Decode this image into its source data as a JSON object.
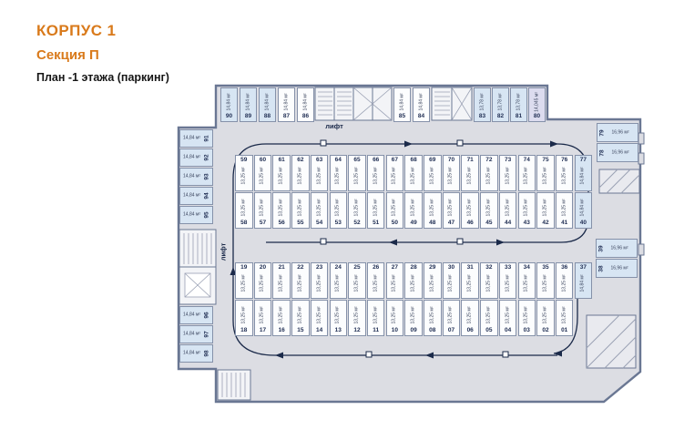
{
  "header": {
    "building": "КОРПУС 1",
    "section": "Секция П",
    "plan_title": "План -1 этажа (паркинг)"
  },
  "labels": {
    "elevator_top": "лифт",
    "elevator_left": "лифт"
  },
  "colors": {
    "accent_orange": "#D97A1B",
    "plan_fill": "#DCDDE3",
    "plan_outline": "#6A7793",
    "spot_border": "#8591A9",
    "spot_blue": "#D7E5F3",
    "spot_white": "#FCFDFE",
    "spot_violet": "#DCDCEF",
    "arrow": "#1B2A4A"
  },
  "spots": {
    "top_row": [
      {
        "num": "90",
        "size": "14,84 м²",
        "fill": "blue"
      },
      {
        "num": "89",
        "size": "14,84 м²",
        "fill": "blue"
      },
      {
        "num": "88",
        "size": "14,84 м²",
        "fill": "blue"
      },
      {
        "num": "87",
        "size": "14,84 м²",
        "fill": "white"
      },
      {
        "num": "86",
        "size": "14,84 м²",
        "fill": "white"
      },
      {
        "num": "85",
        "size": "14,84 м²",
        "fill": "white"
      },
      {
        "num": "84",
        "size": "14,84 м²",
        "fill": "white"
      },
      {
        "num": "83",
        "size": "13,78 м²",
        "fill": "blue"
      },
      {
        "num": "82",
        "size": "13,78 м²",
        "fill": "blue"
      },
      {
        "num": "81",
        "size": "13,78 м²",
        "fill": "blue"
      },
      {
        "num": "80",
        "size": "14,045 м²",
        "fill": "violet"
      }
    ],
    "left_upper": [
      {
        "num": "91",
        "size": "14,84 м²",
        "fill": "blue"
      },
      {
        "num": "92",
        "size": "14,84 м²",
        "fill": "blue"
      },
      {
        "num": "93",
        "size": "14,84 м²",
        "fill": "blue"
      },
      {
        "num": "94",
        "size": "14,84 м²",
        "fill": "blue"
      },
      {
        "num": "95",
        "size": "14,84 м²",
        "fill": "blue"
      }
    ],
    "left_lower": [
      {
        "num": "96",
        "size": "14,84 м²",
        "fill": "blue"
      },
      {
        "num": "97",
        "size": "14,84 м²",
        "fill": "blue"
      },
      {
        "num": "98",
        "size": "14,84 м²",
        "fill": "blue"
      }
    ],
    "right_upper": [
      {
        "num": "79",
        "size": "16,96 м²",
        "fill": "blue"
      },
      {
        "num": "78",
        "size": "16,96 м²",
        "fill": "blue"
      }
    ],
    "right_mid": [
      {
        "num": "39",
        "size": "16,96 м²",
        "fill": "blue"
      },
      {
        "num": "38",
        "size": "16,96 м²",
        "fill": "blue"
      }
    ],
    "block_upper_top": [
      {
        "num": "59",
        "size": "13,25 м²",
        "fill": "white"
      },
      {
        "num": "60",
        "size": "13,25 м²",
        "fill": "white"
      },
      {
        "num": "61",
        "size": "13,25 м²",
        "fill": "white"
      },
      {
        "num": "62",
        "size": "13,25 м²",
        "fill": "white"
      },
      {
        "num": "63",
        "size": "13,25 м²",
        "fill": "white"
      },
      {
        "num": "64",
        "size": "13,25 м²",
        "fill": "white"
      },
      {
        "num": "65",
        "size": "13,25 м²",
        "fill": "white"
      },
      {
        "num": "66",
        "size": "13,25 м²",
        "fill": "white"
      },
      {
        "num": "67",
        "size": "13,25 м²",
        "fill": "white"
      },
      {
        "num": "68",
        "size": "13,25 м²",
        "fill": "white"
      },
      {
        "num": "69",
        "size": "13,25 м²",
        "fill": "white"
      },
      {
        "num": "70",
        "size": "13,25 м²",
        "fill": "white"
      },
      {
        "num": "71",
        "size": "13,25 м²",
        "fill": "white"
      },
      {
        "num": "72",
        "size": "13,25 м²",
        "fill": "white"
      },
      {
        "num": "73",
        "size": "13,25 м²",
        "fill": "white"
      },
      {
        "num": "74",
        "size": "13,25 м²",
        "fill": "white"
      },
      {
        "num": "75",
        "size": "13,25 м²",
        "fill": "white"
      },
      {
        "num": "76",
        "size": "13,25 м²",
        "fill": "white"
      },
      {
        "num": "77",
        "size": "14,84 м²",
        "fill": "blue"
      }
    ],
    "block_upper_bottom": [
      {
        "num": "58",
        "size": "13,25 м²",
        "fill": "white"
      },
      {
        "num": "57",
        "size": "13,25 м²",
        "fill": "white"
      },
      {
        "num": "56",
        "size": "13,25 м²",
        "fill": "white"
      },
      {
        "num": "55",
        "size": "13,25 м²",
        "fill": "white"
      },
      {
        "num": "54",
        "size": "13,25 м²",
        "fill": "white"
      },
      {
        "num": "53",
        "size": "13,25 м²",
        "fill": "white"
      },
      {
        "num": "52",
        "size": "13,25 м²",
        "fill": "white"
      },
      {
        "num": "51",
        "size": "13,25 м²",
        "fill": "white"
      },
      {
        "num": "50",
        "size": "13,25 м²",
        "fill": "white"
      },
      {
        "num": "49",
        "size": "13,25 м²",
        "fill": "white"
      },
      {
        "num": "48",
        "size": "13,25 м²",
        "fill": "white"
      },
      {
        "num": "47",
        "size": "13,25 м²",
        "fill": "white"
      },
      {
        "num": "46",
        "size": "13,25 м²",
        "fill": "white"
      },
      {
        "num": "45",
        "size": "13,25 м²",
        "fill": "white"
      },
      {
        "num": "44",
        "size": "13,25 м²",
        "fill": "white"
      },
      {
        "num": "43",
        "size": "13,25 м²",
        "fill": "white"
      },
      {
        "num": "42",
        "size": "13,25 м²",
        "fill": "white"
      },
      {
        "num": "41",
        "size": "13,25 м²",
        "fill": "white"
      },
      {
        "num": "40",
        "size": "14,84 м²",
        "fill": "blue"
      }
    ],
    "block_lower_top": [
      {
        "num": "19",
        "size": "13,25 м²",
        "fill": "white"
      },
      {
        "num": "20",
        "size": "13,25 м²",
        "fill": "white"
      },
      {
        "num": "21",
        "size": "13,25 м²",
        "fill": "white"
      },
      {
        "num": "22",
        "size": "13,25 м²",
        "fill": "white"
      },
      {
        "num": "23",
        "size": "13,25 м²",
        "fill": "white"
      },
      {
        "num": "24",
        "size": "13,25 м²",
        "fill": "white"
      },
      {
        "num": "25",
        "size": "13,25 м²",
        "fill": "white"
      },
      {
        "num": "26",
        "size": "13,25 м²",
        "fill": "white"
      },
      {
        "num": "27",
        "size": "13,25 м²",
        "fill": "white"
      },
      {
        "num": "28",
        "size": "13,25 м²",
        "fill": "white"
      },
      {
        "num": "29",
        "size": "13,25 м²",
        "fill": "white"
      },
      {
        "num": "30",
        "size": "13,25 м²",
        "fill": "white"
      },
      {
        "num": "31",
        "size": "13,25 м²",
        "fill": "white"
      },
      {
        "num": "32",
        "size": "13,25 м²",
        "fill": "white"
      },
      {
        "num": "33",
        "size": "13,25 м²",
        "fill": "white"
      },
      {
        "num": "34",
        "size": "13,25 м²",
        "fill": "white"
      },
      {
        "num": "35",
        "size": "13,25 м²",
        "fill": "white"
      },
      {
        "num": "36",
        "size": "13,25 м²",
        "fill": "white"
      },
      {
        "num": "37",
        "size": "14,84 м²",
        "fill": "blue"
      }
    ],
    "block_lower_bottom": [
      {
        "num": "18",
        "size": "13,25 м²",
        "fill": "white"
      },
      {
        "num": "17",
        "size": "13,25 м²",
        "fill": "white"
      },
      {
        "num": "16",
        "size": "13,25 м²",
        "fill": "white"
      },
      {
        "num": "15",
        "size": "13,25 м²",
        "fill": "white"
      },
      {
        "num": "14",
        "size": "13,25 м²",
        "fill": "white"
      },
      {
        "num": "13",
        "size": "13,25 м²",
        "fill": "white"
      },
      {
        "num": "12",
        "size": "13,25 м²",
        "fill": "white"
      },
      {
        "num": "11",
        "size": "13,25 м²",
        "fill": "white"
      },
      {
        "num": "10",
        "size": "13,25 м²",
        "fill": "white"
      },
      {
        "num": "09",
        "size": "13,25 м²",
        "fill": "white"
      },
      {
        "num": "08",
        "size": "13,25 м²",
        "fill": "white"
      },
      {
        "num": "07",
        "size": "13,25 м²",
        "fill": "white"
      },
      {
        "num": "06",
        "size": "13,25 м²",
        "fill": "white"
      },
      {
        "num": "05",
        "size": "13,25 м²",
        "fill": "white"
      },
      {
        "num": "04",
        "size": "13,25 м²",
        "fill": "white"
      },
      {
        "num": "03",
        "size": "13,25 м²",
        "fill": "white"
      },
      {
        "num": "02",
        "size": "13,25 м²",
        "fill": "white"
      },
      {
        "num": "01",
        "size": "13,25 м²",
        "fill": "white"
      }
    ]
  }
}
